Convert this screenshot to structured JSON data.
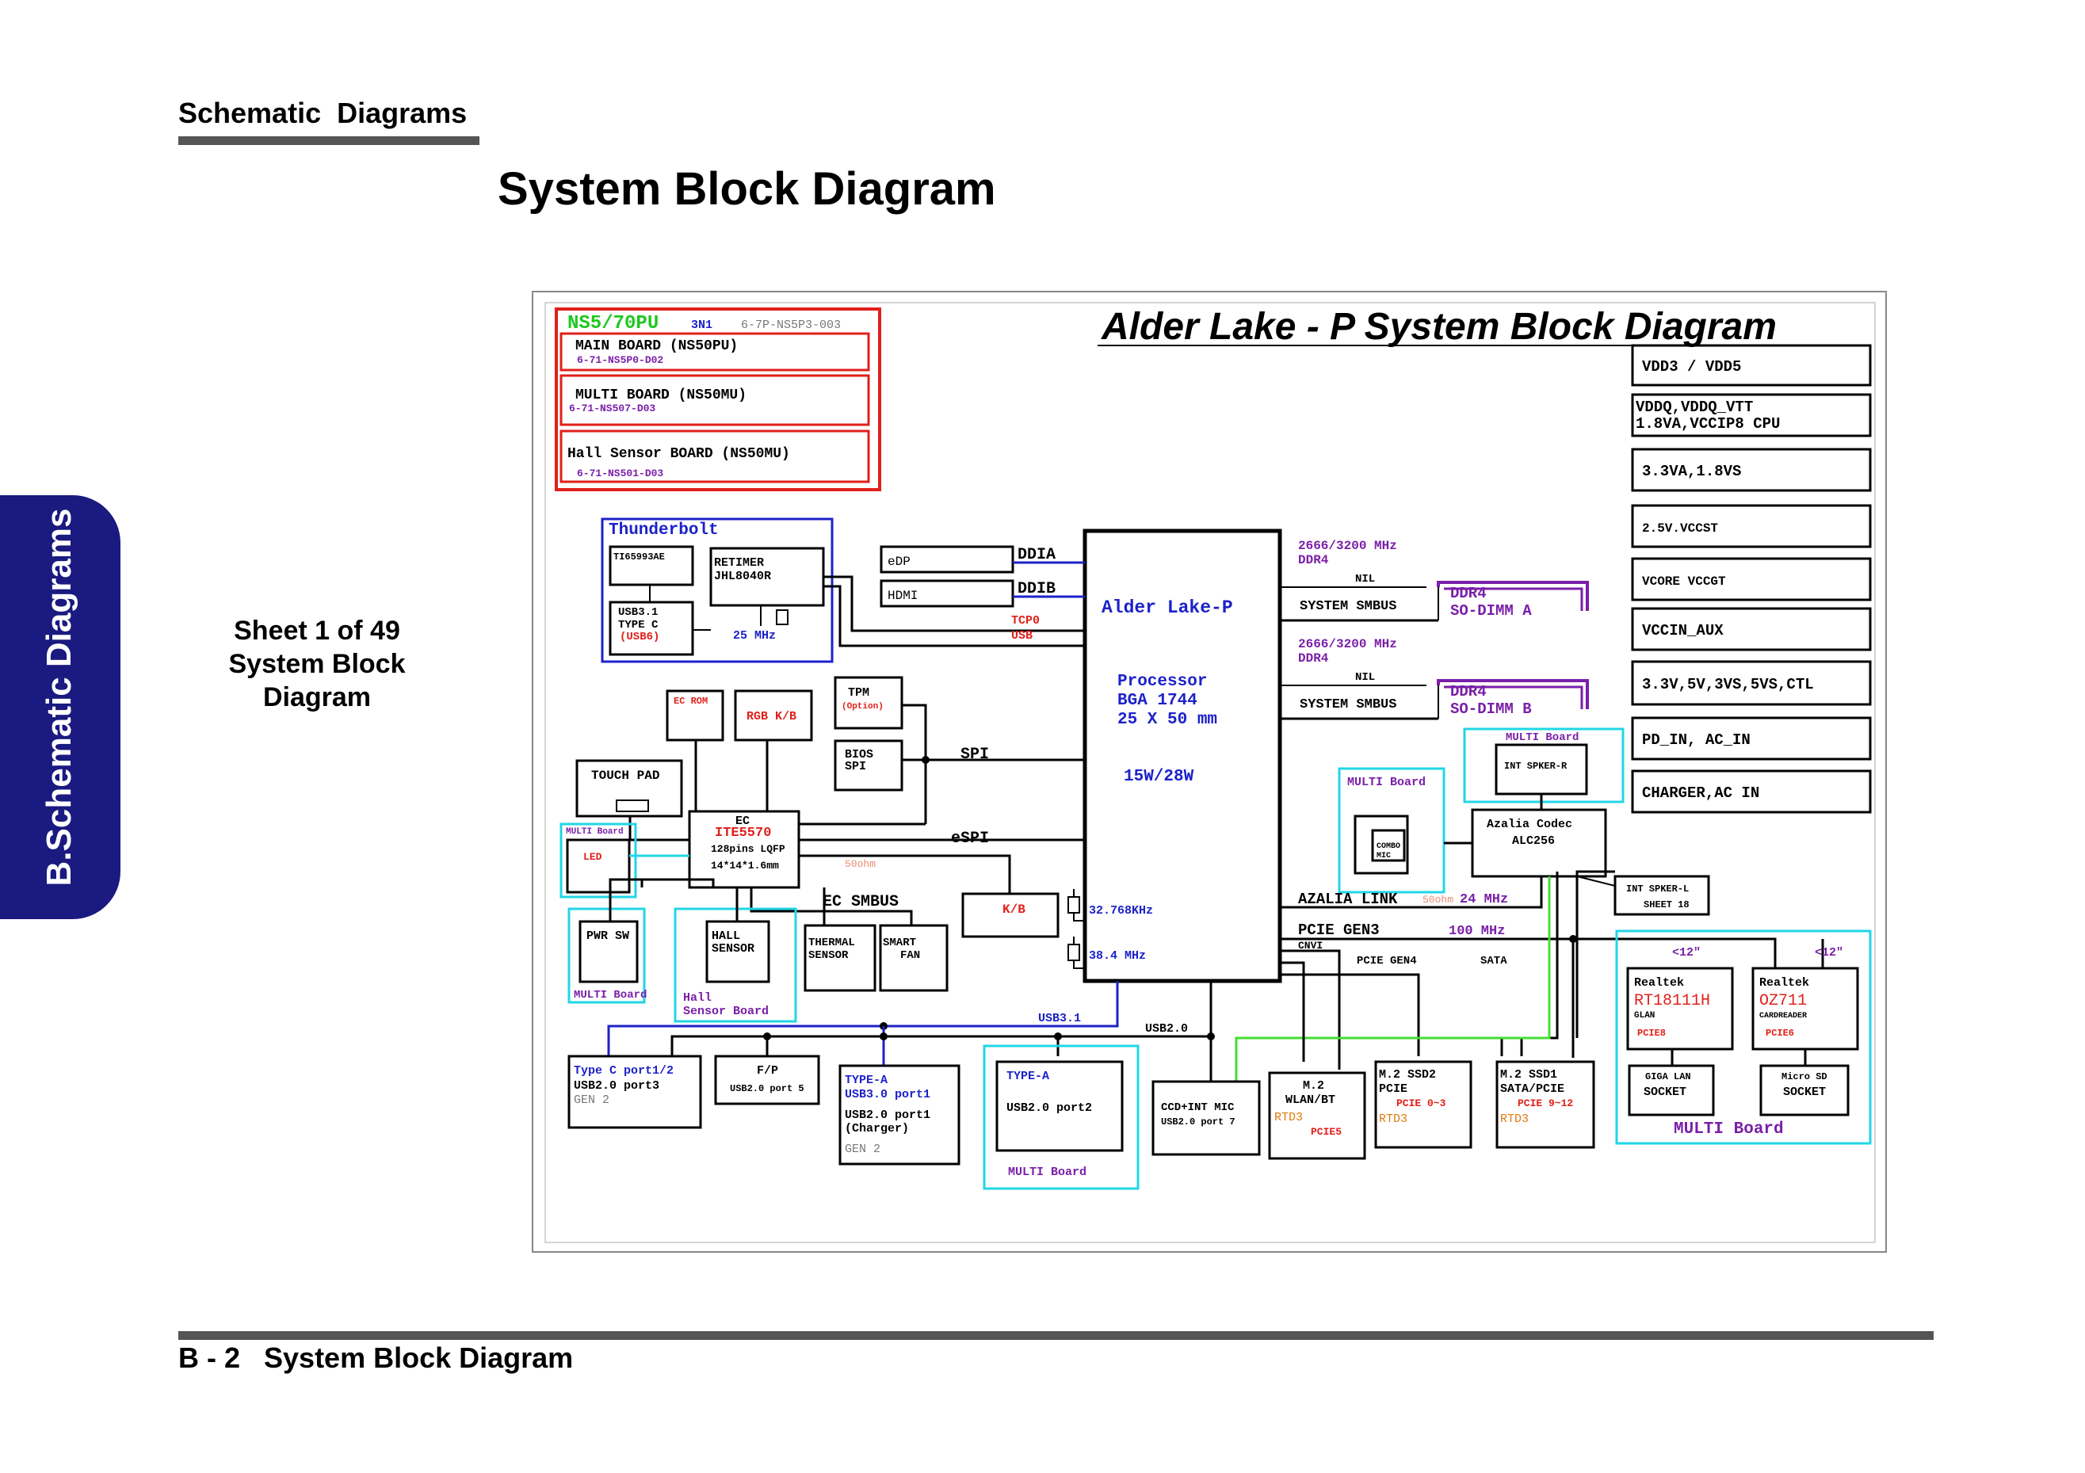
{
  "page": {
    "header": "Schematic  Diagrams",
    "title": "System Block Diagram",
    "side_tab": "B.Schematic Diagrams",
    "sheet_note": [
      "Sheet 1 of 49",
      "System Block",
      "Diagram"
    ],
    "footer": "B - 2   System Block Diagram"
  },
  "diagram": {
    "title": "Alder Lake - P  System Block Diagram",
    "colors": {
      "red": "#e0201a",
      "blue": "#1c22c8",
      "cyan": "#22d6e6",
      "purple": "#7a1fa8",
      "green": "#1ec81e",
      "navy": "#141e78",
      "orange": "#e07a10",
      "gray": "#777777",
      "black": "#000000",
      "salmon": "#e88c70",
      "lime": "#44dd33"
    },
    "sku": {
      "name": "NS5/70PU",
      "code": "3N1",
      "part": "6-7P-NS5P3-003"
    },
    "boards": [
      {
        "name": "MAIN BOARD   (NS50PU)",
        "part": "6-71-NS5P0-D02"
      },
      {
        "name": "MULTI BOARD    (NS50MU)",
        "part": "6-71-NS507-D03"
      },
      {
        "name": "Hall Sensor BOARD (NS50MU)",
        "part": "6-71-NS501-D03"
      }
    ],
    "power_rails": [
      [
        "VDD3 / VDD5"
      ],
      [
        "VDDQ,VDDQ_VTT",
        "1.8VA,VCCIP8 CPU"
      ],
      [
        "3.3VA,1.8VS"
      ],
      [
        "2.5V.VCCST"
      ],
      [
        "VCORE VCCGT"
      ],
      [
        "VCCIN_AUX"
      ],
      [
        "3.3V,5V,3VS,5VS,CTL"
      ],
      [
        "PD_IN, AC_IN"
      ],
      [
        "CHARGER,AC  IN"
      ]
    ],
    "cpu": {
      "name": "Alder Lake-P",
      "line1": "Processor",
      "line2": "BGA 1744",
      "line3": "25 X 50 mm",
      "power": "15W/28W"
    },
    "thunderbolt": {
      "title": "Thunderbolt",
      "chip": "TI65993AE",
      "retimer": [
        "RETIMER",
        "JHL8040R"
      ],
      "usb": [
        "USB3.1",
        "TYPE C",
        "(USB6)"
      ],
      "xtal": "25  MHz"
    },
    "display": {
      "edp": "eDP",
      "hdmi": "HDMI",
      "ddia": "DDIA",
      "ddib": "DDIB",
      "tcp": "TCP0",
      "usb": "USB"
    },
    "memory": [
      {
        "speed": "2666/3200 MHz",
        "type": "DDR4",
        "nil": "NIL",
        "bus": "SYSTEM  SMBUS",
        "slot": [
          "DDR4",
          "SO-DIMM  A"
        ]
      },
      {
        "speed": "2666/3200 MHz",
        "type": "DDR4",
        "nil": "NIL",
        "bus": "SYSTEM  SMBUS",
        "slot": [
          "DDR4",
          "SO-DIMM  B"
        ]
      }
    ],
    "ec": {
      "ec_rom": "EC ROM",
      "rgb": "RGB K/B",
      "tpm": "TPM",
      "tpm_opt": "(Option)",
      "bios": [
        "BIOS",
        "SPI"
      ],
      "spi": "SPI",
      "espi": "eSPI",
      "touchpad": "TOUCH  PAD",
      "ec": "EC",
      "chip": "ITE5570",
      "pins": "128pins  LQFP",
      "size": "14*14*1.6mm",
      "ohm": "50ohm",
      "led_board": "MULTI Board",
      "led": "LED",
      "smbus": "EC  SMBUS",
      "kb": "K/B",
      "xtal1": "32.768KHz",
      "xtal2": "38.4  MHz"
    },
    "lower_left": {
      "pwr_sw": "PWR  SW",
      "pwr_board": "MULTI  Board",
      "hall": [
        "HALL",
        "SENSOR"
      ],
      "hall_board": [
        "Hall",
        "Sensor  Board"
      ],
      "thermal": [
        "THERMAL",
        "SENSOR"
      ],
      "fan": [
        "SMART",
        "FAN"
      ]
    },
    "audio": {
      "multi1": "MULTI  Board",
      "spker_r": "INT  SPKER-R",
      "multi2": "MULTI  Board",
      "combo": [
        "COMBO",
        "MIC"
      ],
      "codec": [
        "Azalia  Codec",
        "ALC256"
      ],
      "spker_l": [
        "INT  SPKER-L",
        "SHEET  18"
      ],
      "link": "AZALIA  LINK",
      "ohm": "50ohm",
      "freq": "24  MHz"
    },
    "pcie": {
      "gen3": "PCIE  GEN3",
      "freq": "100  MHz",
      "cnvi": "CNVI",
      "gen4": "PCIE  GEN4",
      "sata": "SATA"
    },
    "realtek": {
      "lan_size": "<12\"",
      "card_size": "<12\"",
      "lan_vendor": "Realtek",
      "lan_chip": "RT18111H",
      "lan_type": "GLAN",
      "lan_pcie": "PCIE8",
      "card_vendor": "Realtek",
      "card_chip": "OZ711",
      "card_type": "CARDREADER",
      "card_pcie": "PCIE6",
      "giga": [
        "GIGA  LAN",
        "SOCKET"
      ],
      "sd": [
        "Micro  SD",
        "SOCKET"
      ],
      "board": "MULTI  Board"
    },
    "usb": {
      "usb31": "USB3.1",
      "usb20": "USB2.0"
    },
    "ports": [
      {
        "lines": [
          "Type  C  port1/2",
          "USB2.0  port3",
          "GEN 2"
        ]
      },
      {
        "lines": [
          "F/P",
          "USB2.0  port  5"
        ]
      },
      {
        "lines": [
          "TYPE-A",
          "USB3.0  port1",
          "USB2.0  port1",
          "(Charger)",
          "GEN  2"
        ]
      },
      {
        "lines": [
          "TYPE-A",
          "USB2.0  port2",
          "MULTI  Board"
        ]
      },
      {
        "lines": [
          "CCD+INT  MIC",
          "USB2.0  port  7"
        ]
      },
      {
        "lines": [
          "M.2",
          "WLAN/BT",
          "RTD3",
          "PCIE5"
        ]
      },
      {
        "lines": [
          "M.2   SSD2",
          "PCIE",
          "PCIE  0~3",
          "RTD3"
        ]
      },
      {
        "lines": [
          "M.2   SSD1",
          "SATA/PCIE",
          "PCIE  9~12",
          "RTD3"
        ]
      }
    ]
  }
}
